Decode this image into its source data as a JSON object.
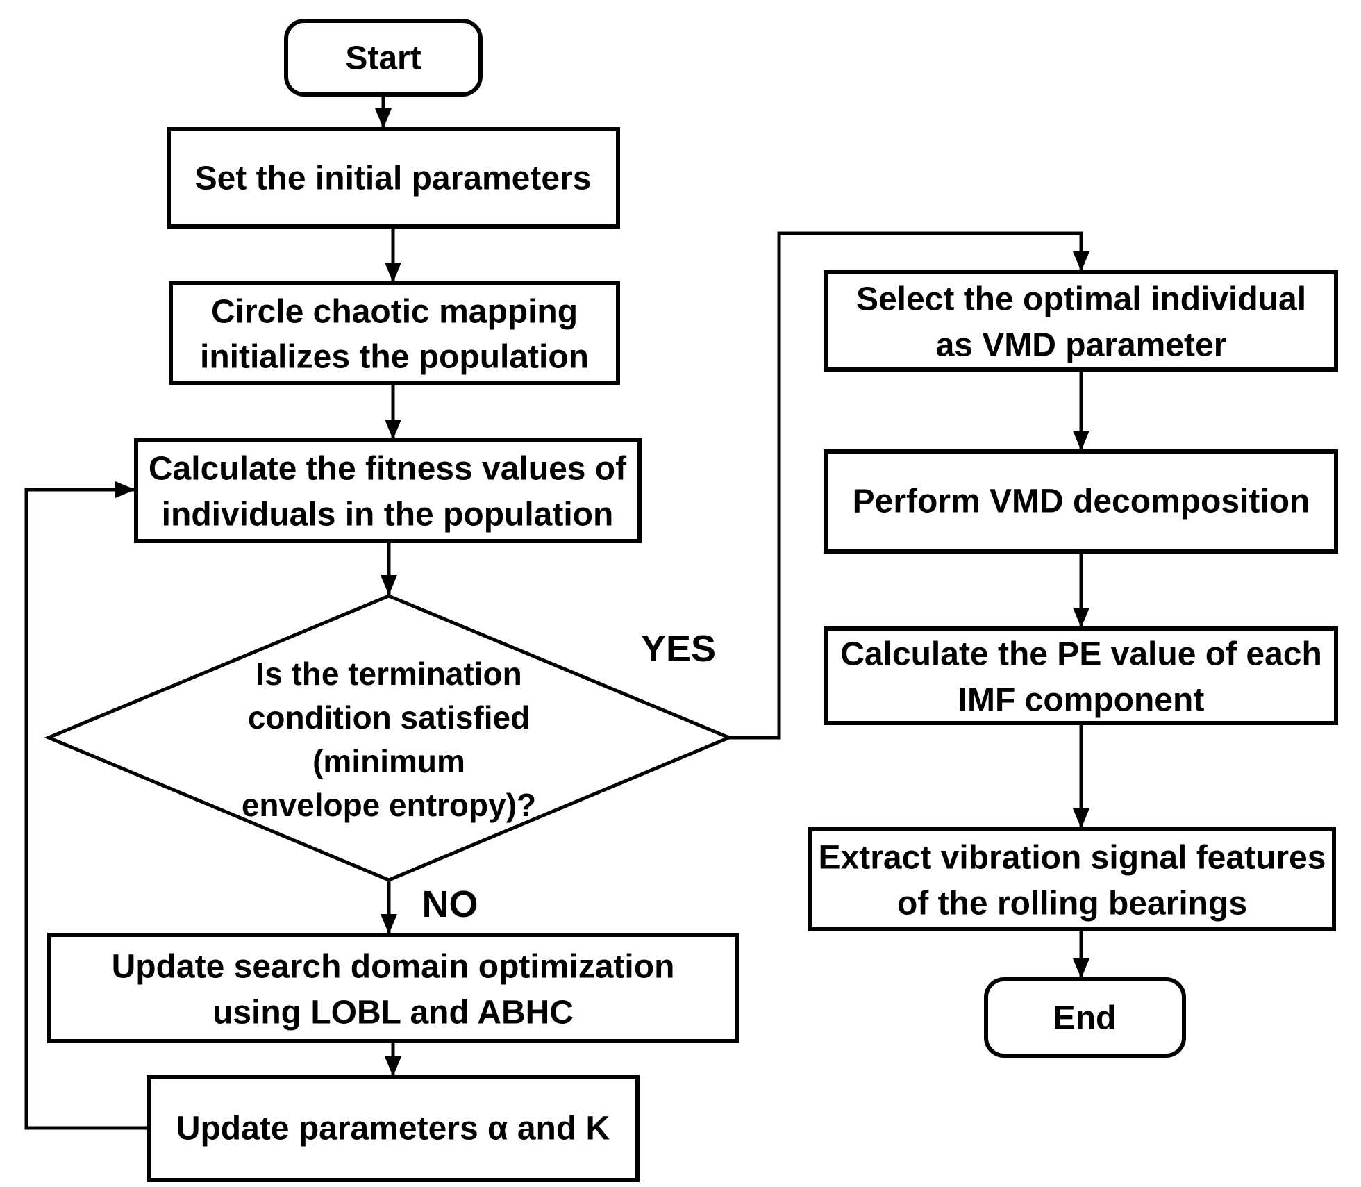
{
  "canvas": {
    "background": "#ffffff",
    "line_color": "#000000",
    "text_color": "#000000"
  },
  "nodes": {
    "start": {
      "shape": "terminator",
      "label": "Start"
    },
    "set_initial_parameters": {
      "shape": "process",
      "lines": [
        "Set the initial parameters"
      ]
    },
    "circle_chaotic_mapping": {
      "shape": "process",
      "lines": [
        "Circle chaotic mapping",
        "initializes the population"
      ]
    },
    "calculate_fitness": {
      "shape": "process",
      "lines": [
        "Calculate the fitness values of",
        "individuals in the population"
      ]
    },
    "termination_decision": {
      "shape": "decision",
      "lines": [
        "Is the termination",
        "condition satisfied",
        "(minimum",
        "envelope entropy)?"
      ]
    },
    "update_search_domain": {
      "shape": "process",
      "lines": [
        "Update search domain optimization",
        "using LOBL and ABHC"
      ]
    },
    "update_parameters": {
      "shape": "process",
      "lines": [
        "Update parameters α and K"
      ]
    },
    "select_optimal_individual": {
      "shape": "process",
      "lines": [
        "Select the optimal individual",
        "as VMD parameter"
      ]
    },
    "perform_vmd": {
      "shape": "process",
      "lines": [
        "Perform VMD decomposition"
      ]
    },
    "calculate_pe": {
      "shape": "process",
      "lines": [
        "Calculate the PE value of each",
        "IMF component"
      ]
    },
    "extract_features": {
      "shape": "process",
      "lines": [
        "Extract vibration signal features",
        "of the rolling bearings"
      ]
    },
    "end": {
      "shape": "terminator",
      "label": "End"
    }
  },
  "branch_labels": {
    "yes": "YES",
    "no": "NO"
  }
}
